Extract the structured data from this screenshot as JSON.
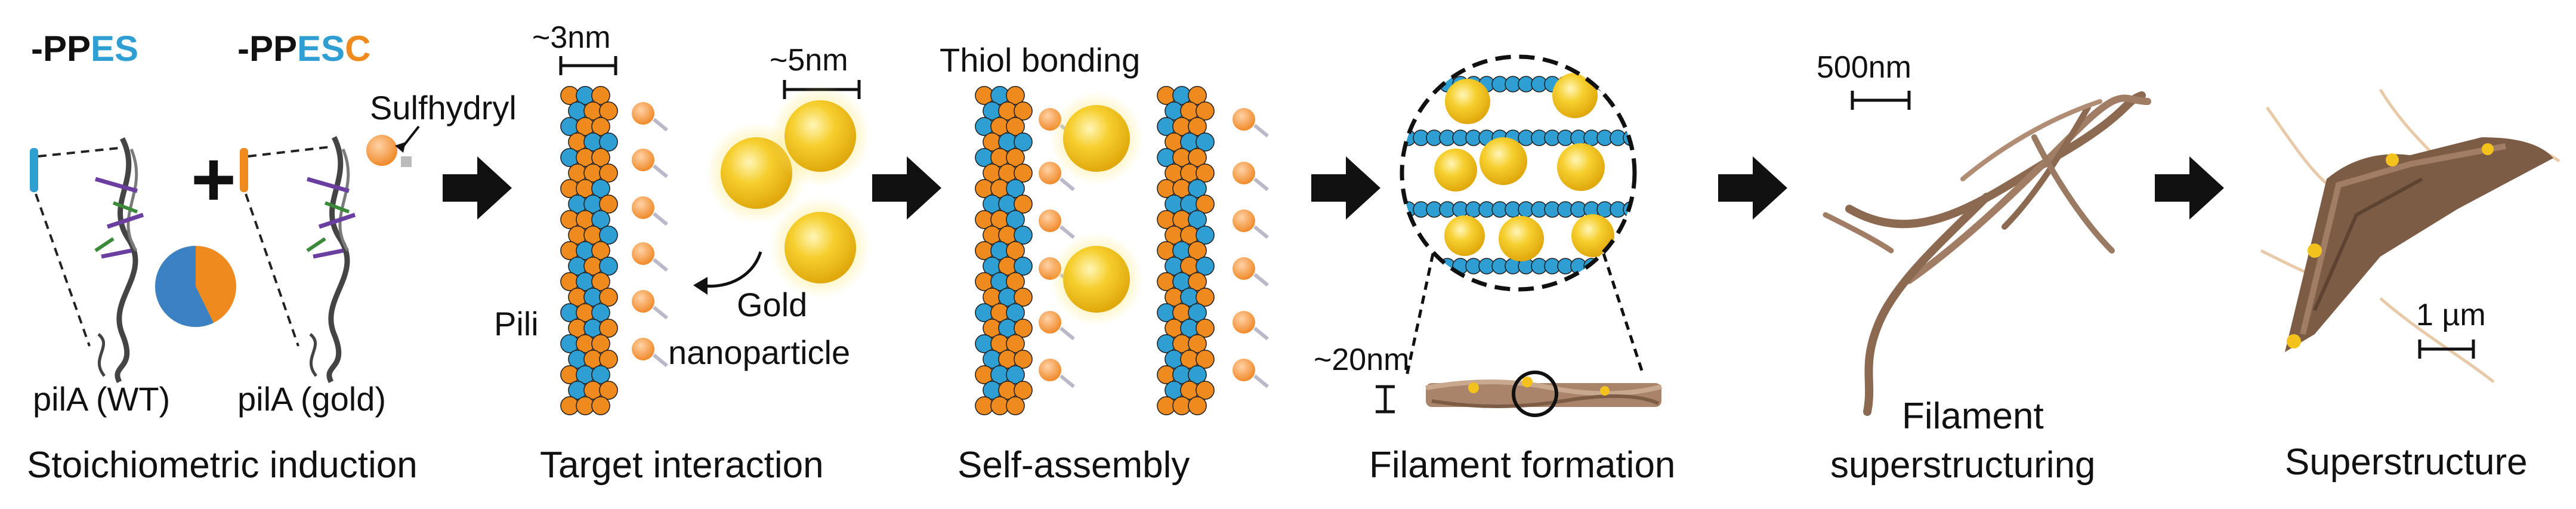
{
  "stages": {
    "induction": {
      "caption": "Stoichiometric induction",
      "ppes_prefix": "-PP",
      "ppes_suffix": "ES",
      "ppesc_prefix": "-PP",
      "ppesc_es": "ES",
      "ppesc_c": "C",
      "sulfhydryl": "Sulfhydryl",
      "pila_wt": "pilA (WT)",
      "pila_gold": "pilA (gold)",
      "plus": "+"
    },
    "target": {
      "caption": "Target interaction",
      "scale_3nm": "~3nm",
      "scale_5nm": "~5nm",
      "pili": "Pili",
      "gold_line1": "Gold",
      "gold_line2": "nanoparticle"
    },
    "assembly": {
      "caption": "Self-assembly",
      "thiol": "Thiol bonding"
    },
    "filament": {
      "caption": "Filament formation",
      "scale_20nm": "~20nm"
    },
    "superstructuring": {
      "caption_line1": "Filament",
      "caption_line2": "superstructuring",
      "scale_500nm": "500nm"
    },
    "superstructure": {
      "caption": "Superstructure",
      "scale_1um": "1 µm"
    }
  },
  "colors": {
    "blue": "#2f9fd3",
    "orange": "#ef8a1e",
    "gold": "#f3c21c",
    "fiber": "#9a7a62",
    "arrow": "#111111"
  },
  "icons": {
    "arrow": "right-arrow-icon",
    "magnifier": "zoom-circle-icon"
  }
}
